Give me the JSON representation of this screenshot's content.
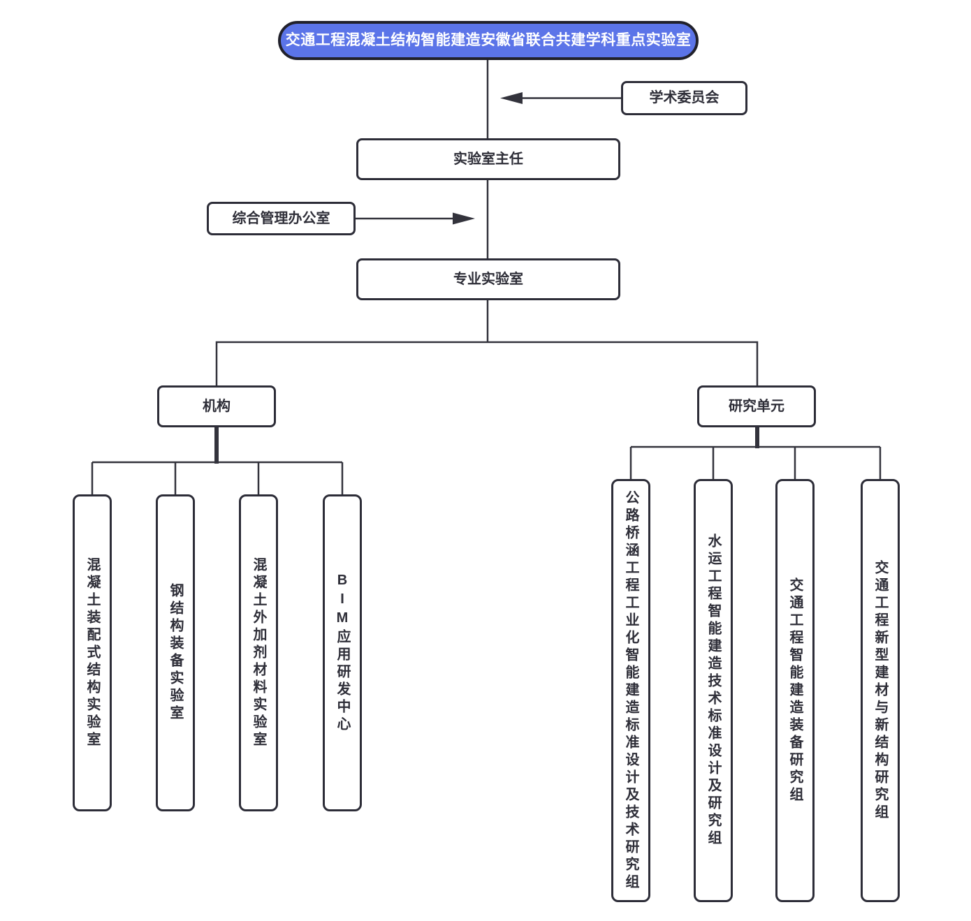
{
  "nodes": {
    "root": {
      "label": "交通工程混凝土结构智能建造安徽省联合共建学科重点实验室"
    },
    "academic_committee": {
      "label": "学术委员会"
    },
    "lab_director": {
      "label": "实验室主任"
    },
    "admin_office": {
      "label": "综合管理办公室"
    },
    "professional_lab": {
      "label": "专业实验室"
    },
    "institutions": {
      "label": "机构"
    },
    "research_units": {
      "label": "研究单元"
    }
  },
  "institution_children": [
    {
      "label": "混凝土装配式结构实验室"
    },
    {
      "label": "钢结构装备实验室"
    },
    {
      "label": "混凝土外加剂材料实验室"
    },
    {
      "label": "BIM应用研发中心"
    }
  ],
  "research_children": [
    {
      "label": "公路桥涵工程工业化智能建造标准设计及技术研究组"
    },
    {
      "label": "水运工程智能建造技术标准设计及研究组"
    },
    {
      "label": "交通工程智能建造装备研究组"
    },
    {
      "label": "交通工程新型建材与新结构研究组"
    }
  ],
  "colors": {
    "root_fill": "#5b74e8",
    "root_border": "#21212b",
    "root_text": "#ffffff",
    "node_border": "#2d2d38",
    "node_text": "#2e2e38",
    "line": "#33333c",
    "background": "#ffffff"
  }
}
